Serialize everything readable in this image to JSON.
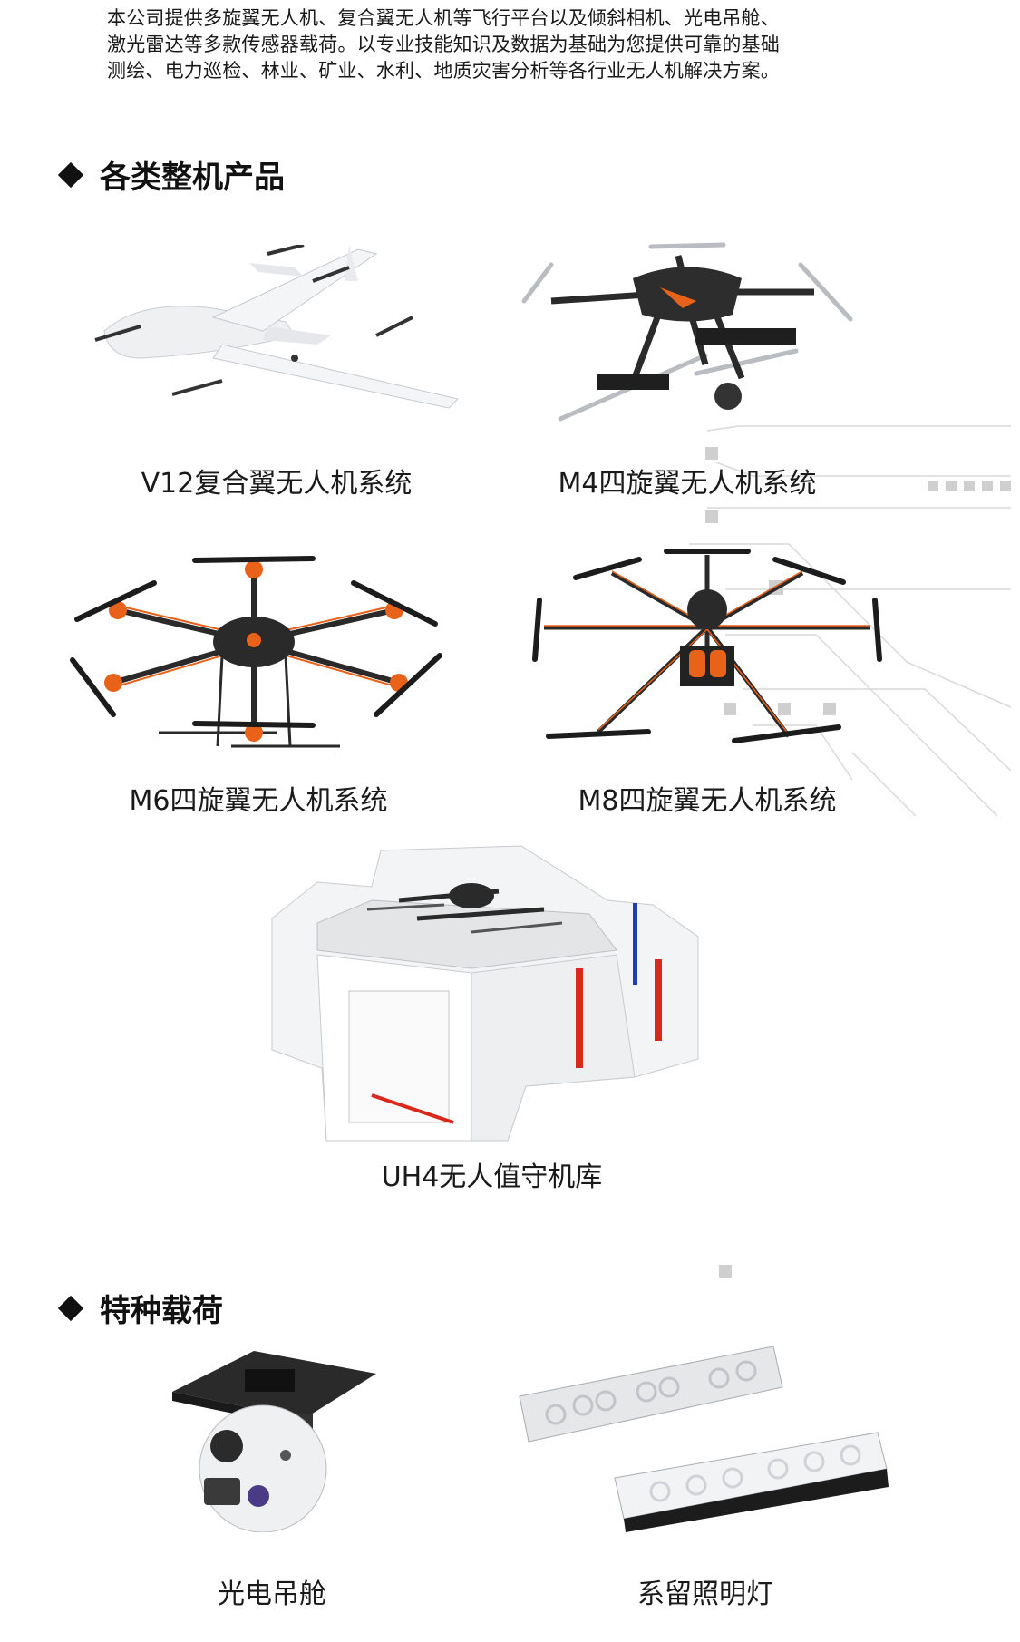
{
  "intro": {
    "line1": "本公司提供多旋翼无人机、复合翼无人机等飞行平台以及倾斜相机、光电吊舱、",
    "line2": "激光雷达等多款传感器载荷。以专业技能知识及数据为基础为您提供可靠的基础",
    "line3": "测绘、电力巡检、林业、矿业、水利、地质灾害分析等各行业无人机解决方案。"
  },
  "sections": {
    "products": "各类整机产品",
    "payloads": "特种载荷"
  },
  "products": [
    {
      "name": "V12复合翼无人机系统",
      "icon": "fixed-wing-vtol-drone"
    },
    {
      "name": "M4四旋翼无人机系统",
      "icon": "quadcopter-drone"
    },
    {
      "name": "M6四旋翼无人机系统",
      "icon": "hexacopter-drone"
    },
    {
      "name": "M8四旋翼无人机系统",
      "icon": "octocopter-drone"
    },
    {
      "name": "UH4无人值守机库",
      "icon": "drone-hangar"
    }
  ],
  "payloads": [
    {
      "name": "光电吊舱",
      "icon": "gimbal-camera-pod"
    },
    {
      "name": "系留照明灯",
      "icon": "tethered-light-bar"
    }
  ],
  "colors": {
    "accent": "#e8621a",
    "frame": "#2a2a2a",
    "hangar_red": "#d9291c",
    "hangar_blue": "#1f3fae"
  }
}
